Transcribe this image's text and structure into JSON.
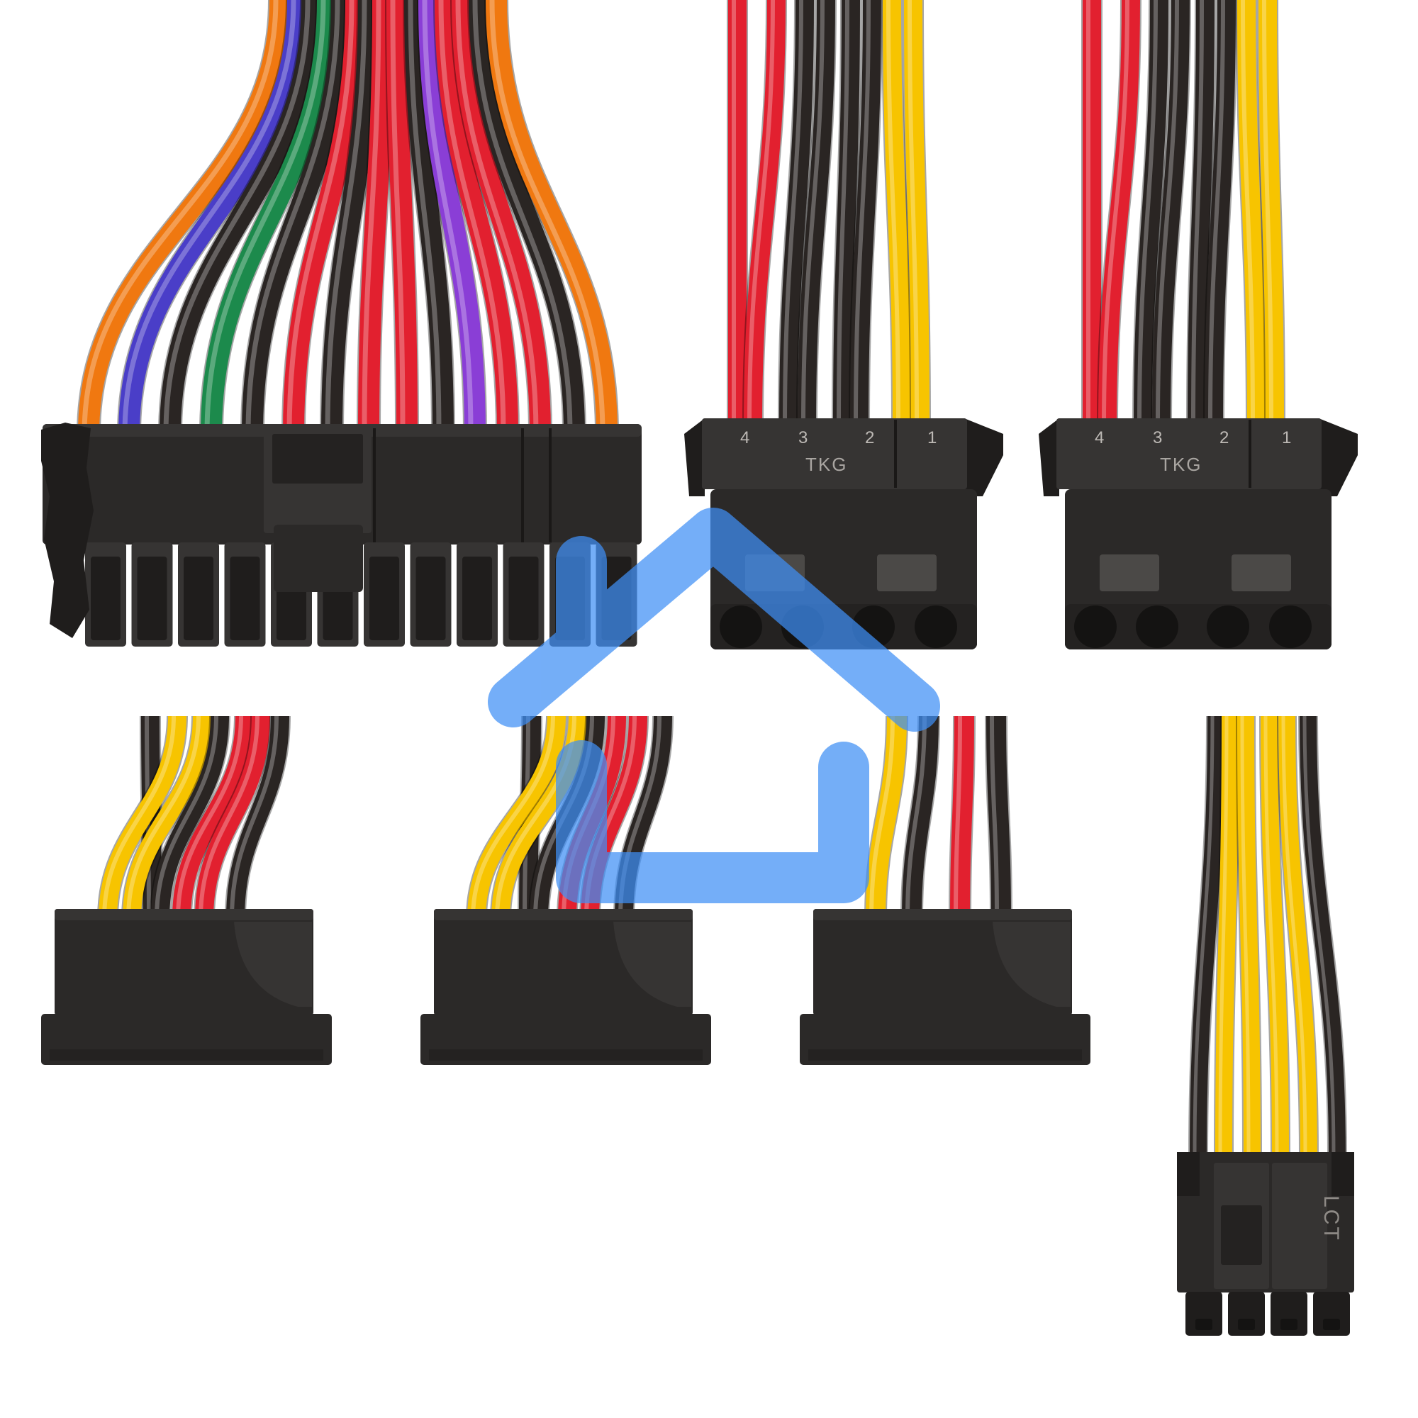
{
  "molex_connectors": [
    {
      "pins": [
        "4",
        "3",
        "2",
        "1"
      ],
      "marking": "TKG"
    },
    {
      "pins": [
        "4",
        "3",
        "2",
        "1"
      ],
      "marking": "TKG"
    }
  ],
  "pcie_connector": {
    "marking": "LCT"
  },
  "wire_colors": {
    "red": "#e2202f",
    "black": "#2a2523",
    "yellow": "#f7c400",
    "orange": "#f07810",
    "green": "#1c8a4c",
    "blue": "#4a3ec8",
    "purple": "#8a3ed6"
  },
  "connector_color": "#2b2928",
  "logo": {
    "icon": "house-outline-icon",
    "color": "#3f8ff5"
  }
}
